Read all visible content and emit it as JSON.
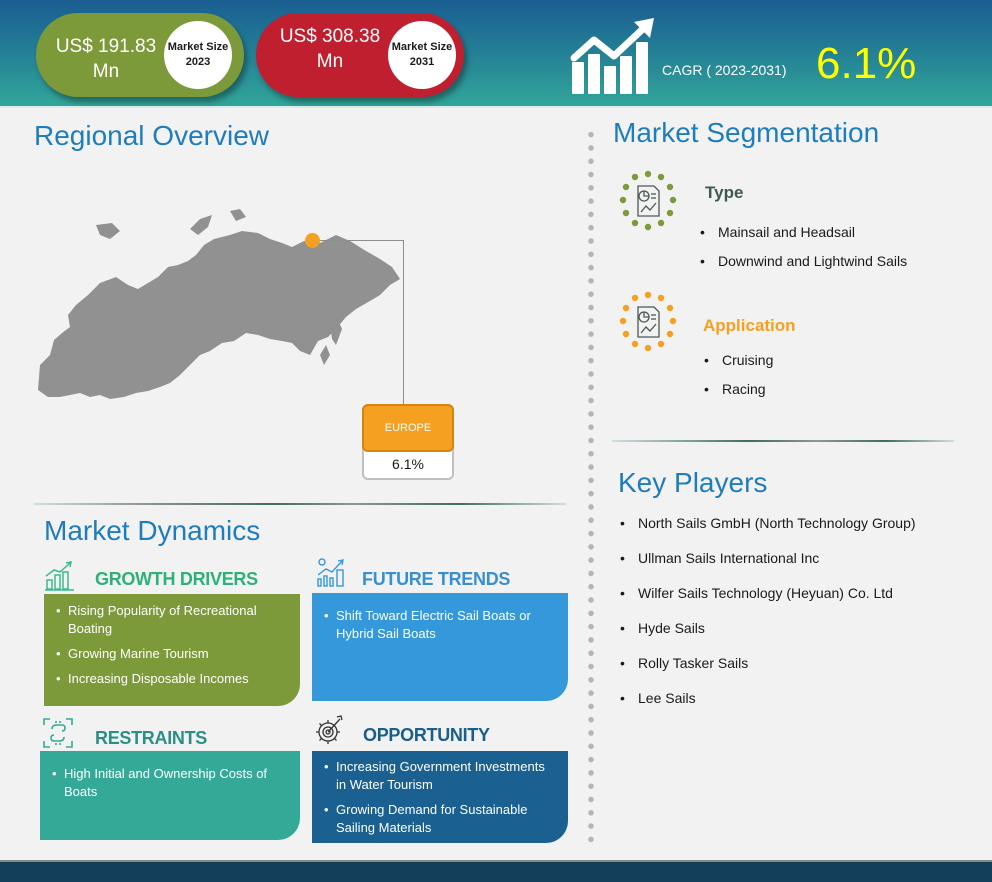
{
  "header": {
    "market_2023": {
      "value": "US$ 191.83 Mn",
      "label": "Market Size 2023",
      "color": "#7d9a3a"
    },
    "market_2031": {
      "value": "US$ 308.38 Mn",
      "label": "Market Size 2031",
      "color": "#c01f2f"
    },
    "cagr": {
      "label": "CAGR ( 2023-2031)",
      "value": "6.1%",
      "icon": "growth-chart-arrow-icon",
      "color": "#ffff00"
    }
  },
  "regional_overview": {
    "title": "Regional Overview",
    "region": {
      "name": "EUROPE",
      "value": "6.1%",
      "color": "#f5a020"
    }
  },
  "market_dynamics": {
    "title": "Market Dynamics",
    "growth_drivers": {
      "heading": "GROWTH DRIVERS",
      "color": "#7d9a3a",
      "items": [
        "Rising Popularity of Recreational Boating",
        "Growing Marine Tourism",
        "Increasing Disposable Incomes"
      ]
    },
    "future_trends": {
      "heading": "FUTURE TRENDS",
      "color": "#3498db",
      "items": [
        "Shift Toward Electric Sail Boats or Hybrid Sail Boats"
      ]
    },
    "restraints": {
      "heading": "RESTRAINTS",
      "color": "#34a997",
      "items": [
        "High Initial and Ownership Costs of Boats"
      ]
    },
    "opportunity": {
      "heading": "OPPORTUNITY",
      "color": "#1a6090",
      "items": [
        "Increasing Government Investments in Water Tourism",
        "Growing Demand for Sustainable Sailing Materials"
      ]
    }
  },
  "market_segmentation": {
    "title": "Market Segmentation",
    "segments": [
      {
        "heading": "Type",
        "color": "#3e5a50",
        "items": [
          "Mainsail and Headsail",
          "Downwind and Lightwind Sails"
        ]
      },
      {
        "heading": "Application",
        "color": "#f5a020",
        "items": [
          "Cruising",
          "Racing"
        ]
      }
    ]
  },
  "key_players": {
    "title": "Key Players",
    "items": [
      "North Sails GmbH (North Technology Group)",
      "Ullman Sails International Inc",
      "Wilfer Sails Technology (Heyuan) Co. Ltd",
      "Hyde Sails",
      "Rolly Tasker Sails",
      "Lee Sails"
    ]
  }
}
